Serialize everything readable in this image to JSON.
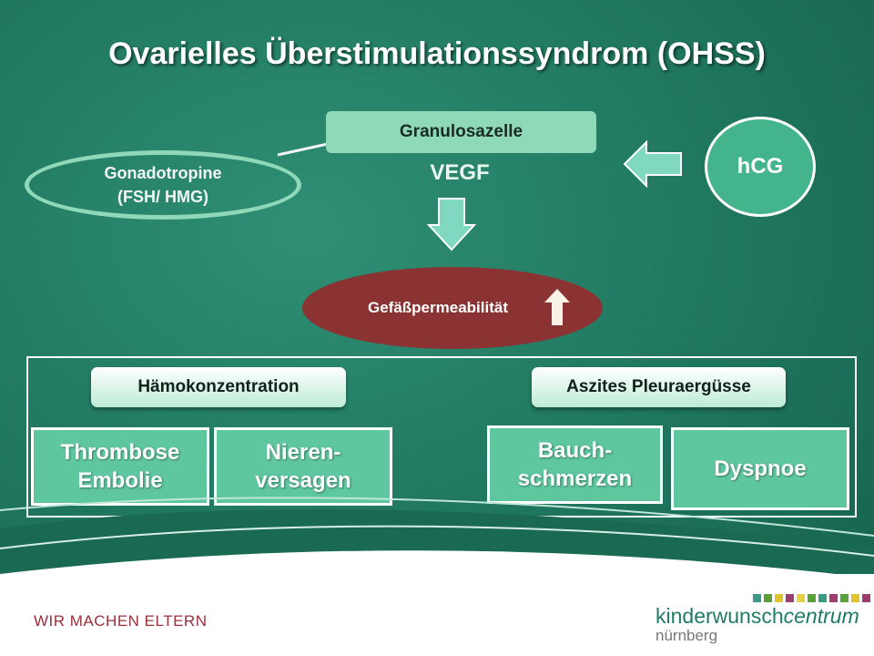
{
  "title": "Ovarielles Überstimulationssyndrom (OHSS)",
  "diagram": {
    "granulosa": "Granulosazelle",
    "vegf": "VEGF",
    "gonadotropine_line1": "Gonadotropine",
    "gonadotropine_line2": "(FSH/ HMG)",
    "hcg": "hCG",
    "permeability": "Gefäßpermeabilität"
  },
  "groups": {
    "left": {
      "label": "Hämokonzentration",
      "items": [
        {
          "line1": "Thrombose",
          "line2": "Embolie"
        },
        {
          "line1": "Nieren-",
          "line2": "versagen"
        }
      ]
    },
    "right": {
      "label": "Aszites Pleuraergüsse",
      "items": [
        {
          "line1": "Bauch-",
          "line2": "schmerzen"
        },
        {
          "line1": "Dyspnoe"
        }
      ]
    }
  },
  "footer": {
    "tagline": "WIR MACHEN ELTERN",
    "brand_regular": "kinderwunsch",
    "brand_italic": "centrum",
    "city": "nürnberg",
    "square_colors": [
      "#3c9b86",
      "#5aa13a",
      "#e0c42a",
      "#9c3d6d",
      "#e3d24a",
      "#5aa13a",
      "#3c9b86",
      "#9c3d6d",
      "#5aa13a",
      "#e0c42a",
      "#9c3d6d"
    ]
  },
  "colors": {
    "background": "#217a61",
    "granulosa_fill": "#8fd8b8",
    "hcg_fill": "#44b48d",
    "permeability_fill": "#8b3232",
    "symptom_fill": "#5fc7a0",
    "tagline": "#9b3039",
    "brand": "#1f7c66"
  }
}
